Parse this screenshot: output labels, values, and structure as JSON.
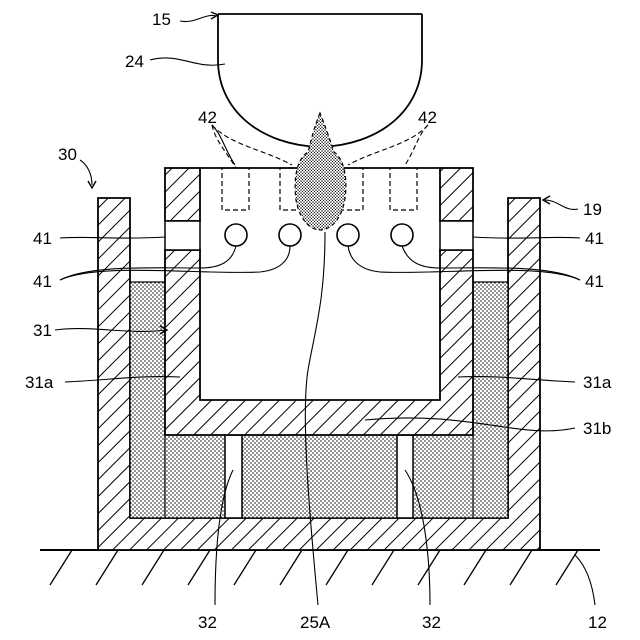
{
  "labels": {
    "substrate": "12",
    "head": "15",
    "outer_container": "19",
    "droplet": "24",
    "plume": "25A",
    "apparatus": "30",
    "inner_container": "31",
    "inner_side_wall": "31a",
    "inner_bottom_wall": "31b",
    "support_post": "32",
    "hole": "41",
    "nozzle": "42"
  }
}
